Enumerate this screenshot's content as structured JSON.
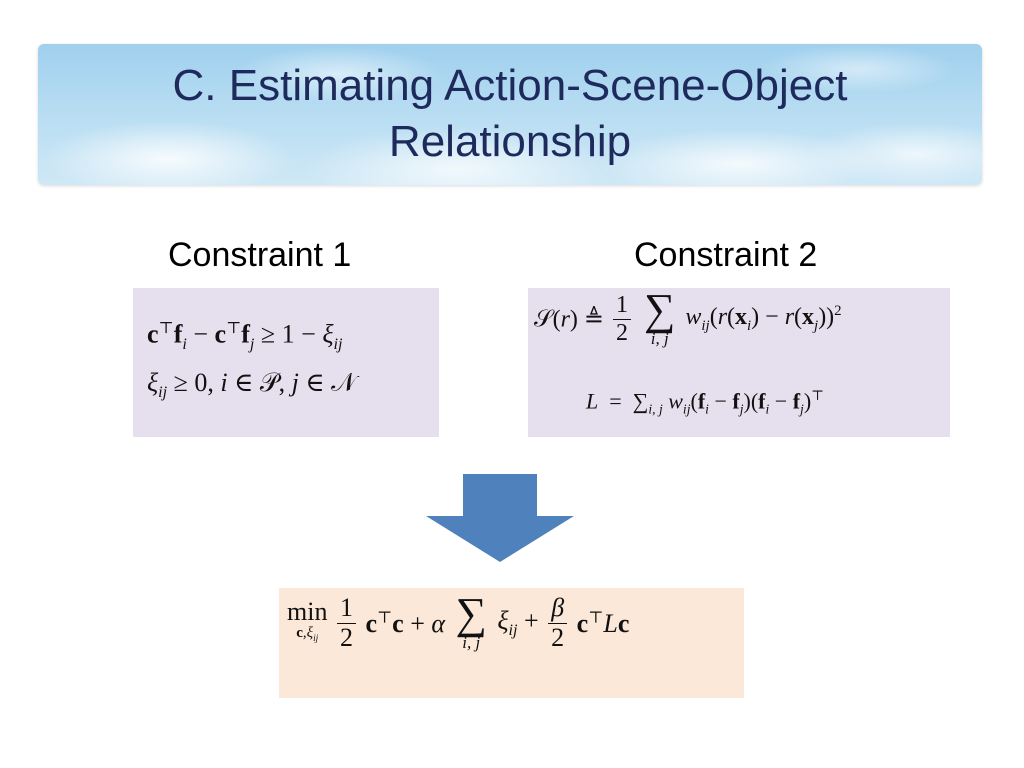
{
  "title": {
    "line1": "C. Estimating Action-Scene-Object",
    "line2": "Relationship"
  },
  "headings": {
    "constraint1": "Constraint 1",
    "constraint2": "Constraint 2"
  },
  "equations": {
    "c1_line1": "c⊤fi − c⊤fj ≥ 1 − ξij",
    "c1_line2": "ξij ≥ 0, i ∈ 𝒫, j ∈ 𝒩",
    "c2_line1": "𝒮(r) ≜ 1/2 Σi,j wij(r(xi) − r(xj))²",
    "c2_line2": "L = Σi,j wij(fi − fj)(fi − fj)⊤",
    "objective": "min c,ξij 1/2 c⊤c + α Σi,j ξij + β/2 c⊤Lc"
  },
  "colors": {
    "title_text": "#1f2a5c",
    "constraint_box": "#e6e0ee",
    "objective_box": "#fbe8d8",
    "arrow": "#4f81bd"
  },
  "icons": {
    "arrow": "down-arrow-icon"
  }
}
